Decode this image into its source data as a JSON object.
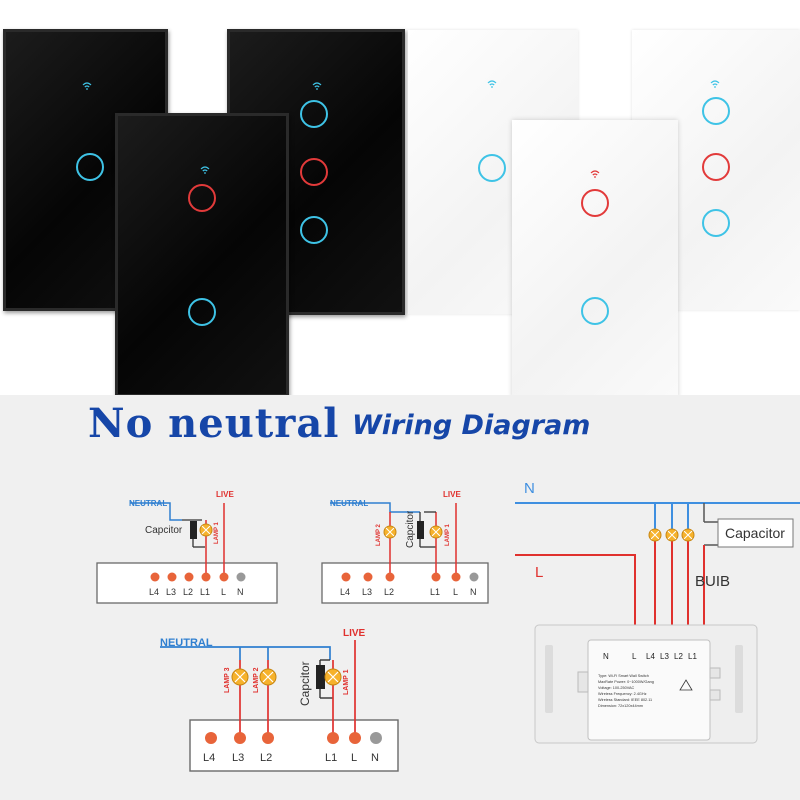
{
  "header": {
    "title": "No neutral",
    "subtitle": "Wiring Diagram"
  },
  "colors": {
    "blue_ring": "#3ec3e6",
    "red_ring": "#e23a3a",
    "title_blue": "#1646a8",
    "neutral_wire": "#2f7fd0",
    "live_wire": "#e0312e",
    "lamp": "#f6b22c"
  },
  "diagram_1gang": {
    "neutral": "NEUTRAL",
    "live": "LIVE",
    "capacitor": "Capcitor",
    "lamps": [
      "LAMP 1"
    ],
    "terminals": [
      "L4",
      "L3",
      "L2",
      "L1",
      "L",
      "N"
    ]
  },
  "diagram_2gang": {
    "neutral": "NEUTRAL",
    "live": "LIVE",
    "capacitor": "Capcitor",
    "lamps": [
      "LAMP 2",
      "LAMP 1"
    ],
    "terminals": [
      "L4",
      "L3",
      "L2",
      "L1",
      "L",
      "N"
    ]
  },
  "diagram_3gang": {
    "neutral": "NEUTRAL",
    "live": "LIVE",
    "capacitor": "Capcitor",
    "lamps": [
      "LAMP 3",
      "LAMP 2",
      "LAMP 1"
    ],
    "terminals": [
      "L4",
      "L3",
      "L2",
      "L1",
      "L",
      "N"
    ]
  },
  "photo_diagram": {
    "neutral": "N",
    "live": "L",
    "capacitor": "Capacitor",
    "bulb": "BUIB",
    "terminals": [
      "N",
      "L",
      "L4",
      "L3",
      "L2",
      "L1"
    ],
    "label_lines": [
      "Type: Wi-Fi Smart Wall Switch",
      "MaxRate Power: 0~1000W/Gang",
      "Voltage: 100-250VAC",
      "Wireless Frequency: 2.4GHz",
      "Wireless Standard: IEEE 802.11",
      "Dimension: 72x120x44mm"
    ]
  }
}
